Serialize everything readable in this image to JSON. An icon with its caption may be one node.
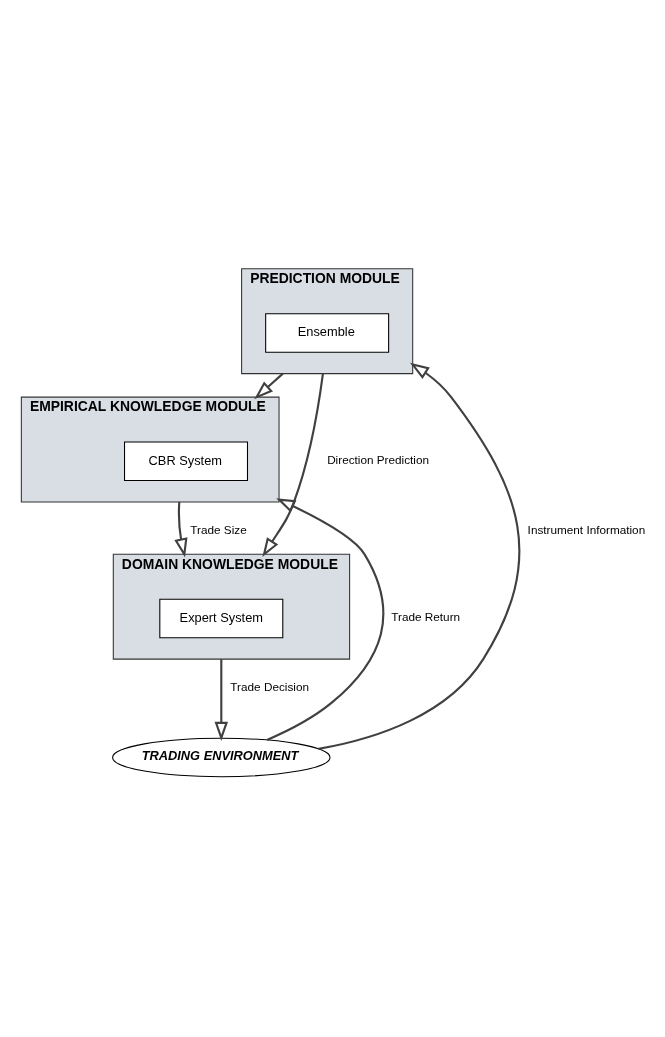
{
  "diagram": {
    "nodes": [
      {
        "text": [
          "PREDICTION MODULE"
        ]
      },
      {
        "text": [
          "Ensemble"
        ],
        "in": 0
      },
      {
        "text": [
          "EMPIRICAL KNOWLEDGE MODULE"
        ]
      },
      {
        "text": [
          "CBR System"
        ],
        "in": 2
      },
      {
        "text": [
          "DOMAIN KNOWLEDGE MODULE"
        ]
      },
      {
        "text": [
          "Expert System"
        ],
        "in": 4
      },
      {
        "text": [
          "TRADING ENVIRONMENT"
        ]
      }
    ],
    "edges": [
      {
        "from": 0,
        "to": 2,
        "arrow": "to"
      },
      {
        "from": 0,
        "to": 4,
        "arrow": "to",
        "label": "Direction Prediction"
      },
      {
        "from": 2,
        "to": 4,
        "arrow": "to",
        "label": "Trade Size"
      },
      {
        "from": 4,
        "to": 6,
        "arrow": "to",
        "label": "Trade Decision"
      },
      {
        "from": 6,
        "to": 0,
        "arrow": "to",
        "label": "Instrument Information"
      },
      {
        "from": 6,
        "to": 2,
        "arrow": "to",
        "label": "Trade Return"
      }
    ]
  }
}
